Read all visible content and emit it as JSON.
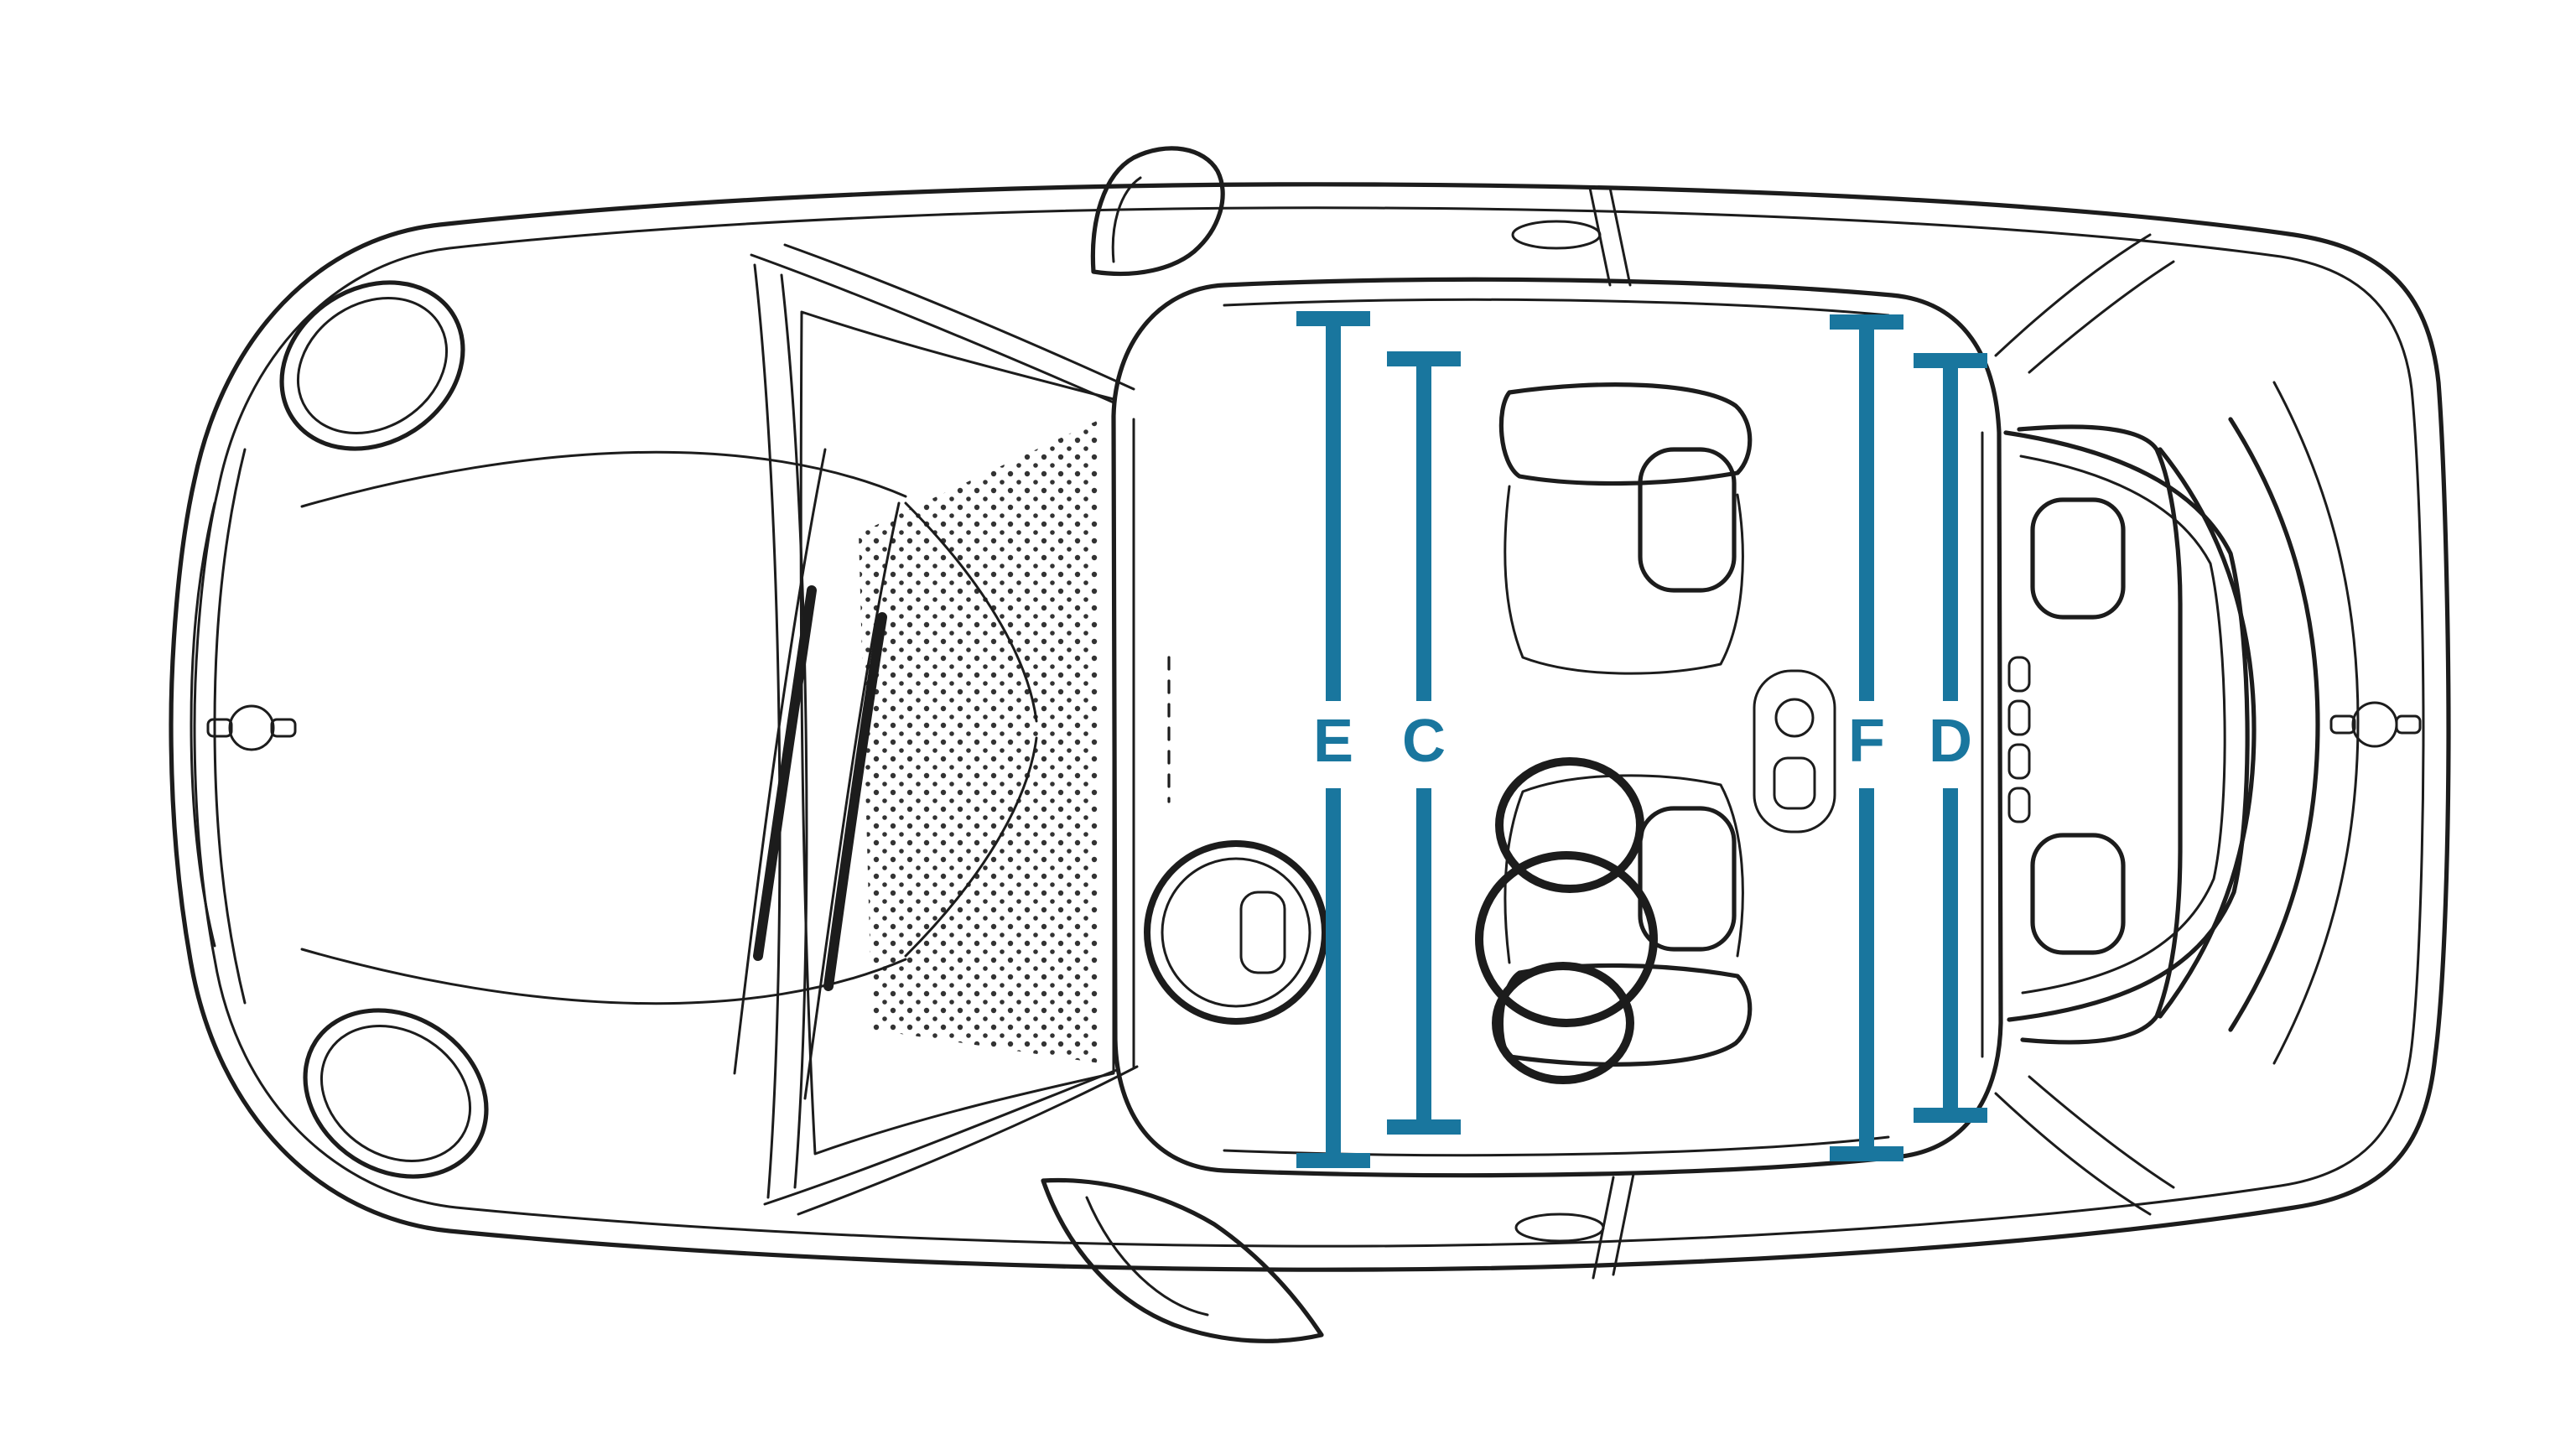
{
  "page": {
    "background_color": "#ffffff"
  },
  "diagram": {
    "accent_color": "#19769e",
    "outline_color": "#1c1c1c",
    "labels": {
      "e": "E",
      "c": "C",
      "f": "F",
      "d": "D"
    }
  }
}
